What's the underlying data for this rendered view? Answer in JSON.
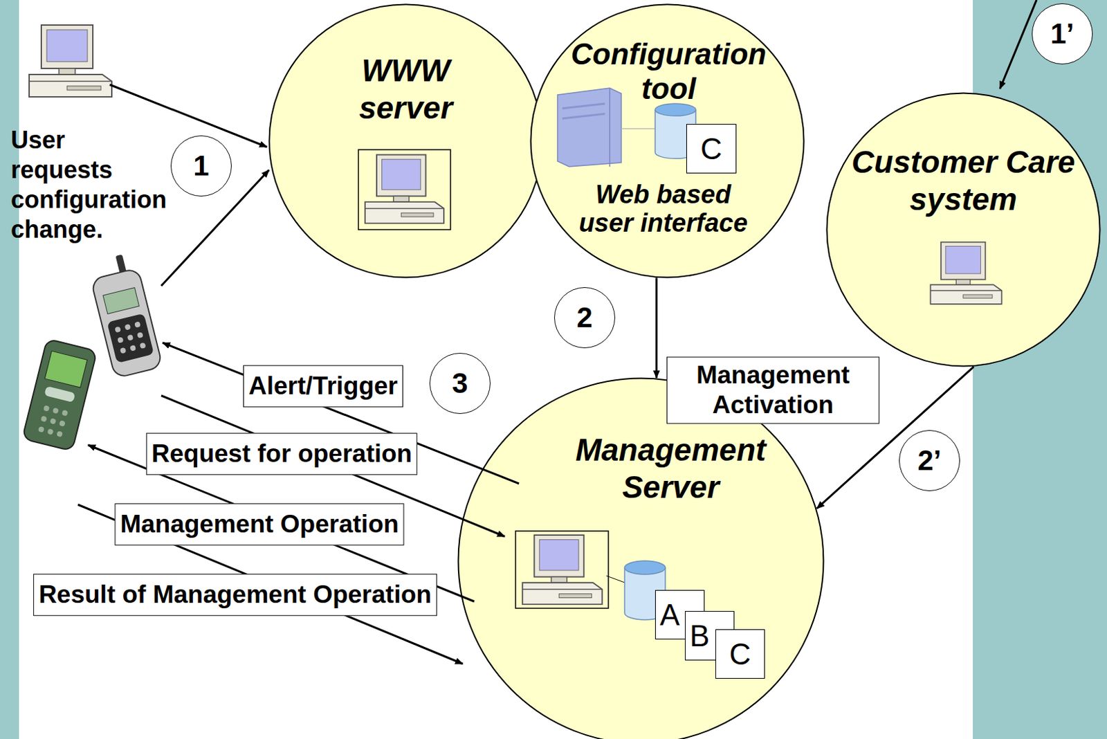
{
  "diagram": {
    "nodes": [
      {
        "text": [
          "WWW server"
        ]
      },
      {
        "text": [
          "Configuration tool",
          "Web based user interface"
        ]
      },
      {
        "text": [
          "C"
        ],
        "in": 1
      },
      {
        "text": [
          "Customer Care system"
        ]
      },
      {
        "text": [
          "Management Server"
        ]
      },
      {
        "text": [
          "A"
        ],
        "in": 4
      },
      {
        "text": [
          "B"
        ],
        "in": 4
      },
      {
        "text": [
          "C"
        ],
        "in": 4
      }
    ],
    "edges": [
      {
        "from": 1,
        "to": 4,
        "arrow": "to",
        "label": "Management Activation"
      },
      {
        "from": 3,
        "to": 4,
        "arrow": "to"
      }
    ],
    "labels": [
      "User requests configuration change.",
      "1",
      "2",
      "3",
      "1’",
      "2’",
      "Alert/Trigger",
      "Request for operation",
      "Management Operation",
      "Result of Management Operation"
    ]
  }
}
